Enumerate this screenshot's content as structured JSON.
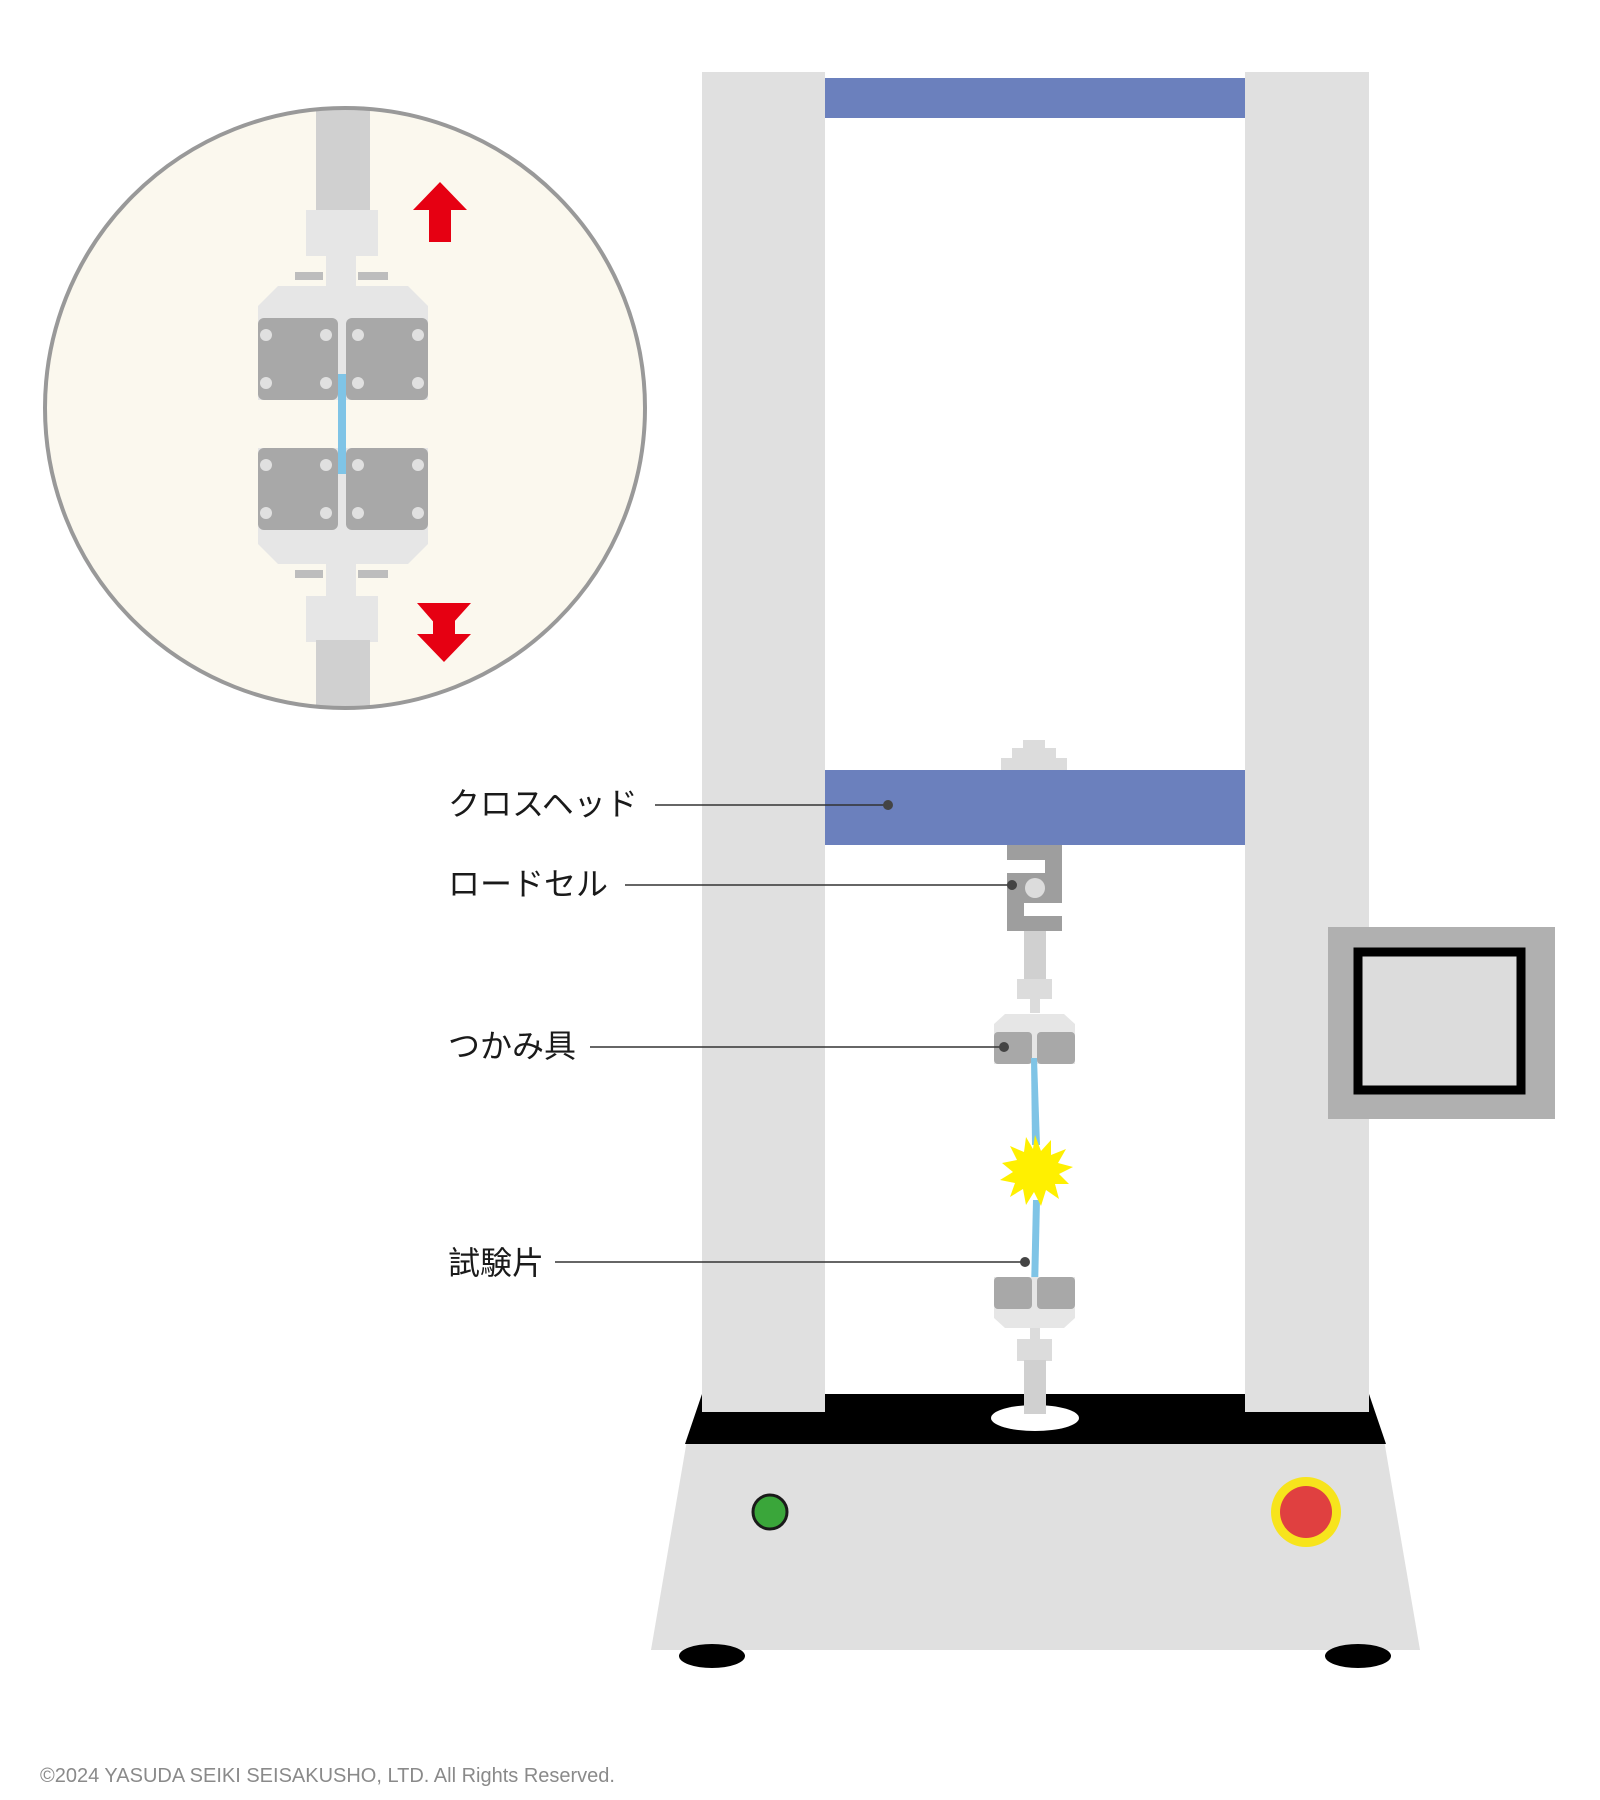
{
  "labels": {
    "crosshead": "クロスヘッド",
    "load_cell": "ロードセル",
    "grip": "つかみ具",
    "specimen": "試験片"
  },
  "copyright": "©2024 YASUDA SEIKI SEISAKUSHO, LTD. All Rights Reserved.",
  "colors": {
    "column": "#e0e0e0",
    "crossbeam": "#6b80bd",
    "base_top": "#000000",
    "base_body": "#e0e0e0",
    "specimen": "#7fc4e6",
    "burst": "#fff000",
    "arrow": "#e60012",
    "green_button": "#3aa63a",
    "emergency_stop": "#e04040",
    "emergency_ring": "#f7e41c",
    "detail_bg": "#fbf8ee",
    "detail_border": "#999999"
  },
  "icons": {
    "pull_up": "arrow-up-icon",
    "pull_down": "arrow-down-icon",
    "fracture": "burst-icon"
  }
}
